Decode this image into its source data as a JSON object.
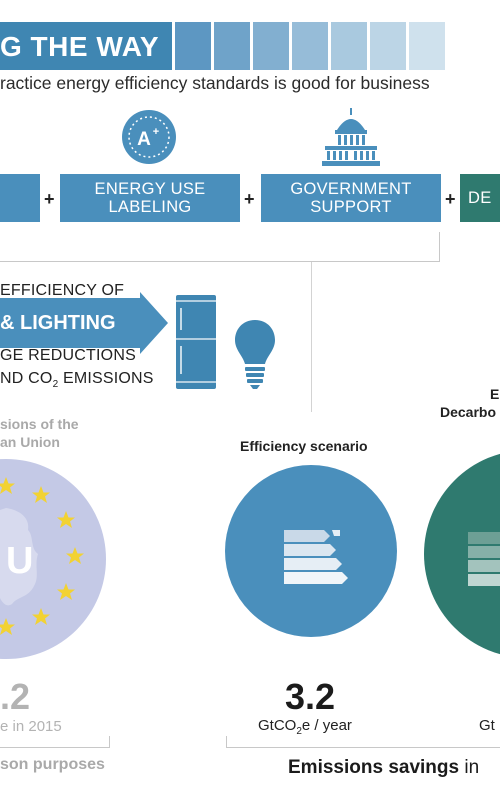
{
  "header": {
    "title": "G THE WAY",
    "subtitle": "ractice energy efficiency standards is good for business",
    "tile_colors": [
      "#5d97c2",
      "#6fa3c9",
      "#82afd0",
      "#96bcd8",
      "#a9c9df",
      "#bcd5e6",
      "#cfe1ed"
    ]
  },
  "policies": {
    "items": [
      {
        "label_line1": "ENERGY USE",
        "label_line2": "LABELING",
        "icon": "energy-label-badge-icon"
      },
      {
        "label_line1": "GOVERNMENT",
        "label_line2": "SUPPORT",
        "icon": "capitol-building-icon"
      },
      {
        "label_line1": "DE",
        "label_line2": "",
        "icon": ""
      }
    ],
    "plus": "+"
  },
  "efficiency": {
    "line1": "EFFICIENCY OF",
    "arrow_text": "& LIGHTING",
    "line2": "GE REDUCTIONS",
    "line3_prefix": "ND CO",
    "line3_sub": "2",
    "line3_suffix": " EMISSIONS"
  },
  "eu": {
    "label_line1": "sions of the",
    "label_line2": "an Union",
    "circle_text": "U",
    "value": ".2",
    "unit": "e in 2015",
    "footer": "son purposes",
    "circle_color": "#c4c9e6",
    "star_color": "#f2d233"
  },
  "efficiency_scenario": {
    "label": "Efficiency scenario",
    "value": "3.2",
    "unit_prefix": "GtCO",
    "unit_sub": "2",
    "unit_suffix": "e / year",
    "circle_color": "#4a8fbc"
  },
  "decarb": {
    "label_line1": "E",
    "label_line2": "Decarbo",
    "unit": "Gt",
    "circle_color": "#2f7a6f"
  },
  "footer": {
    "bold": "Emissions savings",
    "rest": " in"
  }
}
